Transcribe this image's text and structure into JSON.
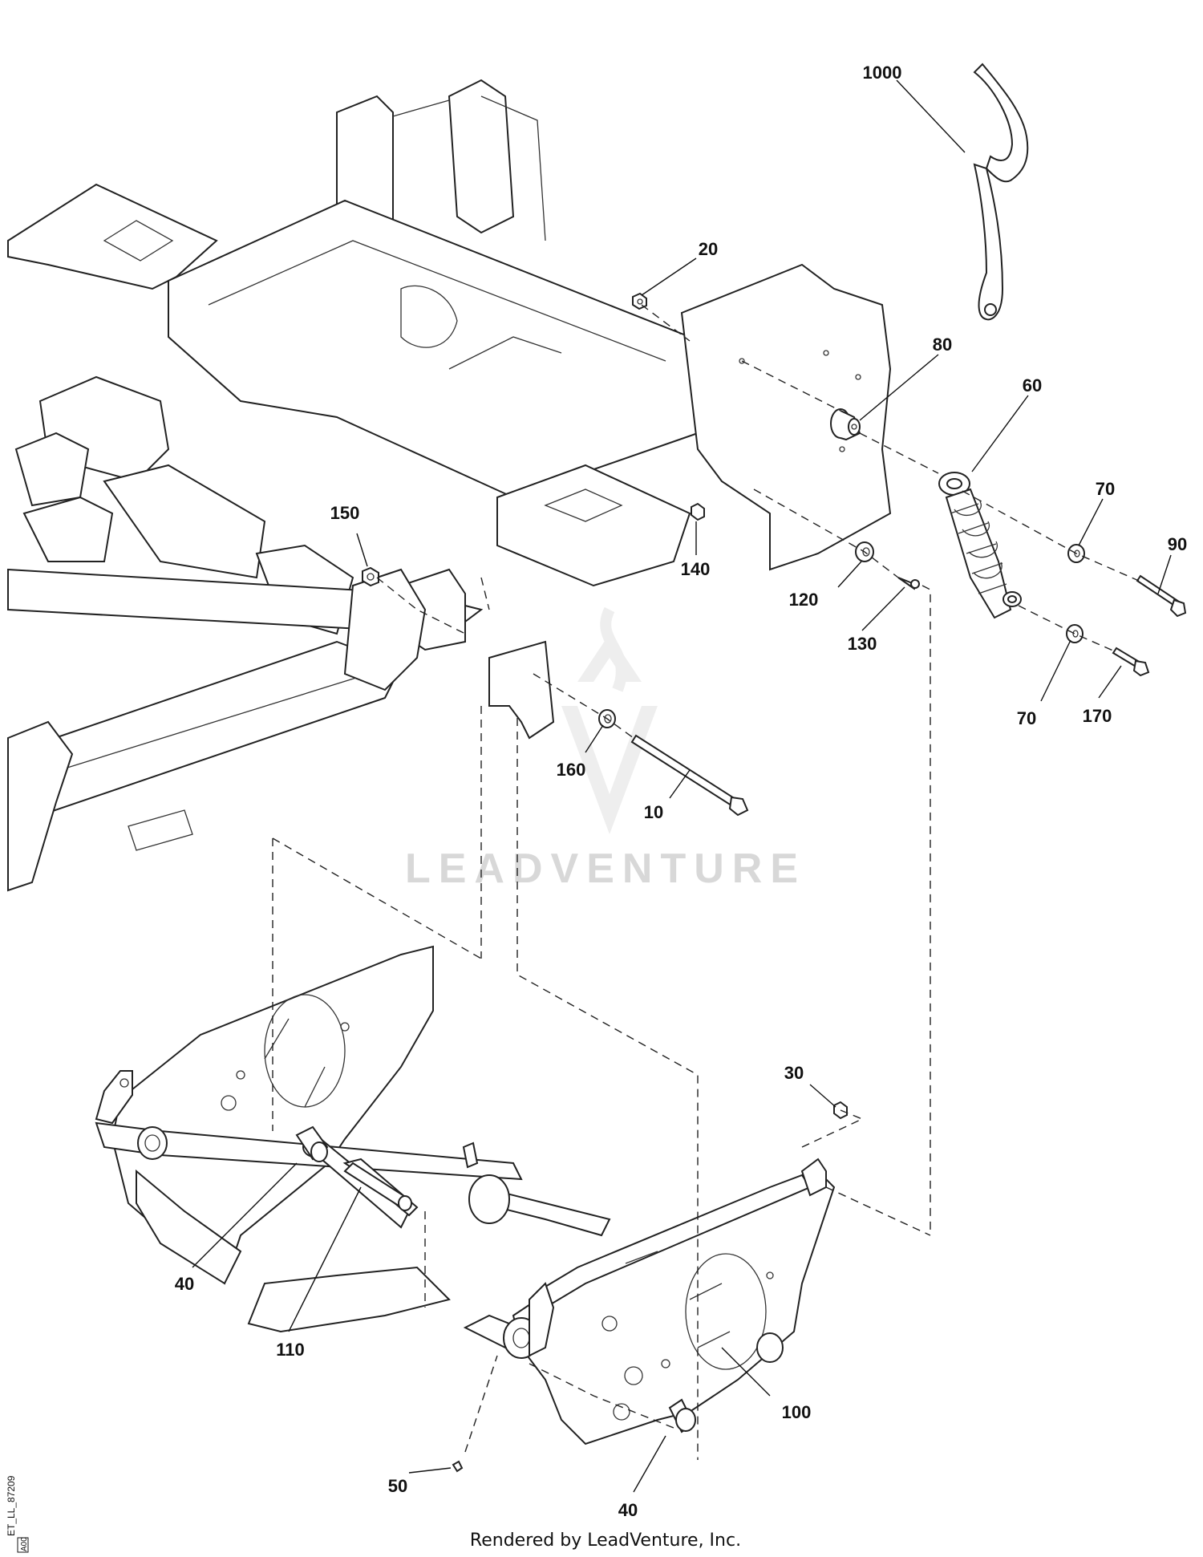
{
  "watermark": "LEADVENTURE",
  "footer": "Rendered by LeadVenture, Inc.",
  "figure_id": "ET_LL_87209",
  "revision": "A00",
  "callouts": [
    {
      "id": "c1000",
      "label": "1000"
    },
    {
      "id": "c20",
      "label": "20"
    },
    {
      "id": "c80",
      "label": "80"
    },
    {
      "id": "c60",
      "label": "60"
    },
    {
      "id": "c70a",
      "label": "70"
    },
    {
      "id": "c90",
      "label": "90"
    },
    {
      "id": "c150",
      "label": "150"
    },
    {
      "id": "c140",
      "label": "140"
    },
    {
      "id": "c120",
      "label": "120"
    },
    {
      "id": "c130",
      "label": "130"
    },
    {
      "id": "c70b",
      "label": "70"
    },
    {
      "id": "c170",
      "label": "170"
    },
    {
      "id": "c160",
      "label": "160"
    },
    {
      "id": "c10",
      "label": "10"
    },
    {
      "id": "c30",
      "label": "30"
    },
    {
      "id": "c40a",
      "label": "40"
    },
    {
      "id": "c110",
      "label": "110"
    },
    {
      "id": "c100",
      "label": "100"
    },
    {
      "id": "c50",
      "label": "50"
    },
    {
      "id": "c40b",
      "label": "40"
    }
  ]
}
